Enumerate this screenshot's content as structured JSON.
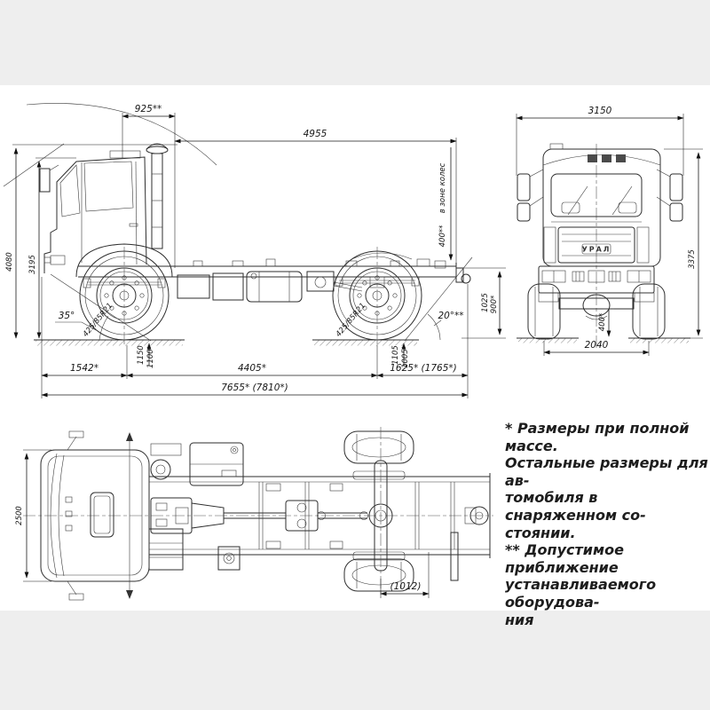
{
  "side_view": {
    "dims": {
      "cab_tilt": "925**",
      "body_space": "4955",
      "equip_clearance": "400**",
      "equip_clearance_zone": "в зоне колес",
      "overall_height": "4080",
      "cab_height": "3195",
      "approach_angle": "35°",
      "front_overhang": "1542*",
      "frame_h_front_top": "1150",
      "frame_h_front_bot": "1100*",
      "wheelbase": "4405*",
      "frame_h_rear_top": "1105",
      "frame_h_rear_bot": "1005*",
      "rear_overhang": "1625* (1765*)",
      "overall_length": "7655* (7810*)",
      "frame_end_h": "1025",
      "frame_end_h_loaded": "900*",
      "departure_angle": "20°**",
      "tire_size": "425/85R21"
    }
  },
  "front_view": {
    "dims": {
      "overall_width": "3150",
      "overall_height": "3375",
      "track": "2040",
      "clearance": "400*"
    },
    "grille_badge": "УРАЛ"
  },
  "plan_view": {
    "dims": {
      "cab_width": "2500",
      "rear_ref": "(1012)"
    }
  },
  "notes": {
    "lines": [
      "* Размеры при полной массе.",
      "Остальные размеры для ав-",
      "томобиля в снаряженном со-",
      "стоянии.",
      "** Допустимое приближение",
      "устанавливаемого оборудова-",
      "ния"
    ]
  }
}
